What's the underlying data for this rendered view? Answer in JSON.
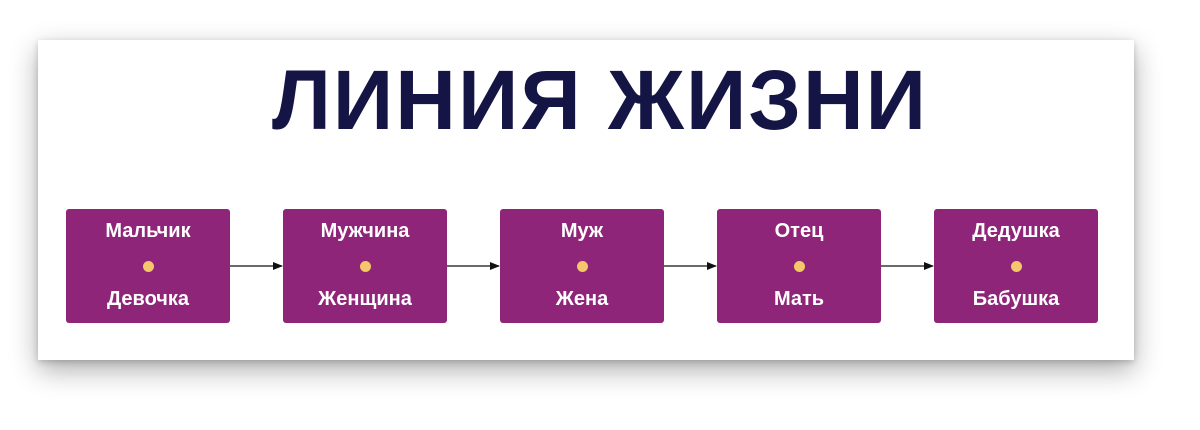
{
  "title": "ЛИНИЯ ЖИЗНИ",
  "colors": {
    "title": "#141445",
    "box": "#8e2578",
    "dot": "#f5c66a",
    "arrow": "#111111"
  },
  "stages": [
    {
      "top": "Мальчик",
      "bottom": "Девочка"
    },
    {
      "top": "Мужчина",
      "bottom": "Женщина"
    },
    {
      "top": "Муж",
      "bottom": "Жена"
    },
    {
      "top": "Отец",
      "bottom": "Мать"
    },
    {
      "top": "Дедушка",
      "bottom": "Бабушка"
    }
  ]
}
